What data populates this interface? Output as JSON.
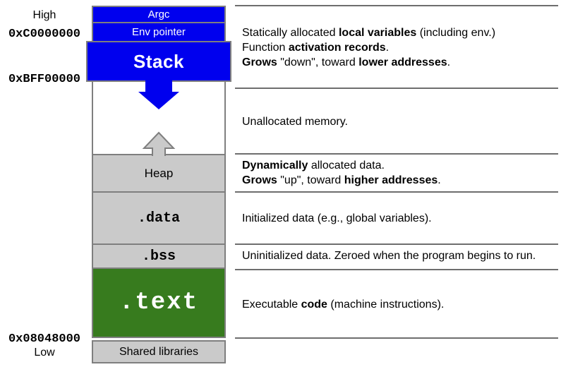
{
  "colors": {
    "stack_blue": "#0000EE",
    "text_green": "#377B1E",
    "segment_gray": "#CACACA",
    "border_gray": "#7F7F7F",
    "divider_gray": "#6E6E6E"
  },
  "address_column": {
    "high_label": "High",
    "low_label": "Low",
    "addresses": [
      "0xC0000000",
      "0xBFF00000",
      "0x08048000"
    ]
  },
  "segments": [
    {
      "name": "argc",
      "label": "Argc"
    },
    {
      "name": "env-pointer",
      "label": "Env pointer"
    },
    {
      "name": "stack",
      "label": "Stack"
    },
    {
      "name": "unallocated",
      "label": ""
    },
    {
      "name": "heap",
      "label": "Heap"
    },
    {
      "name": "data",
      "label": ".data"
    },
    {
      "name": "bss",
      "label": ".bss"
    },
    {
      "name": "text",
      "label": ".text"
    },
    {
      "name": "shared-libraries",
      "label": "Shared libraries"
    }
  ],
  "icons": [
    {
      "name": "grow-down-arrow-icon"
    },
    {
      "name": "grow-up-arrow-icon"
    }
  ],
  "descriptions": [
    {
      "segment": "stack",
      "lines": [
        [
          {
            "text": "Statically allocated "
          },
          {
            "text": "local variables",
            "bold": true
          },
          {
            "text": " (including env.)"
          }
        ],
        [
          {
            "text": "Function "
          },
          {
            "text": "activation records",
            "bold": true
          },
          {
            "text": "."
          }
        ],
        [
          {
            "text": "Grows",
            "bold": true
          },
          {
            "text": " \"down\", toward "
          },
          {
            "text": "lower addresses",
            "bold": true
          },
          {
            "text": "."
          }
        ]
      ]
    },
    {
      "segment": "unallocated",
      "lines": [
        [
          {
            "text": "Unallocated memory."
          }
        ]
      ]
    },
    {
      "segment": "heap",
      "lines": [
        [
          {
            "text": "Dynamically",
            "bold": true
          },
          {
            "text": " allocated data."
          }
        ],
        [
          {
            "text": "Grows",
            "bold": true
          },
          {
            "text": " \"up\", toward "
          },
          {
            "text": "higher addresses",
            "bold": true
          },
          {
            "text": "."
          }
        ]
      ]
    },
    {
      "segment": "data",
      "lines": [
        [
          {
            "text": "Initialized data (e.g., global variables)."
          }
        ]
      ]
    },
    {
      "segment": "bss",
      "lines": [
        [
          {
            "text": "Uninitialized data. Zeroed when the program begins to run."
          }
        ]
      ]
    },
    {
      "segment": "text",
      "lines": [
        [
          {
            "text": "Executable "
          },
          {
            "text": "code",
            "bold": true
          },
          {
            "text": " (machine instructions)."
          }
        ]
      ]
    }
  ]
}
